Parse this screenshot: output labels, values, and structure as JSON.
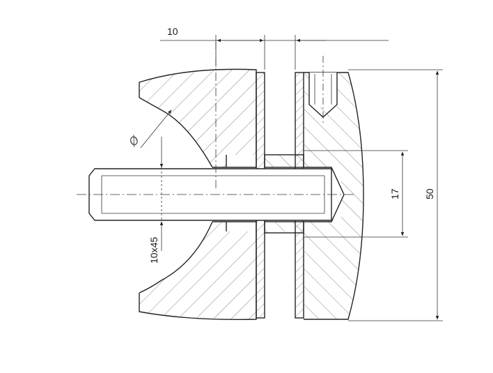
{
  "dimensions": {
    "top_width": "10",
    "thread": "10x45",
    "inner_height": "17",
    "overall_height": "50"
  },
  "symbols": {
    "diameter": "Ø"
  },
  "colors": {
    "line": "#222222",
    "hatch": "#777777",
    "background": "#ffffff"
  }
}
